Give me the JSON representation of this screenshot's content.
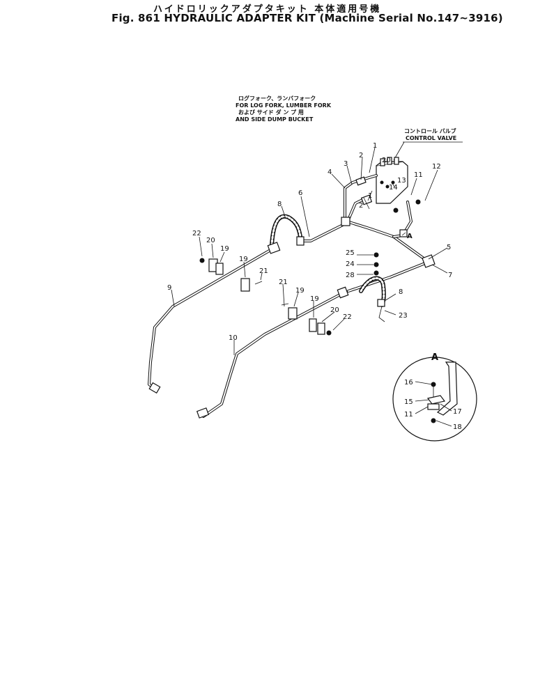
{
  "title": {
    "japanese": "ハイドロリックアダプタキット 本体適用号機",
    "english": "Fig. 861 HYDRAULIC ADAPTER KIT (Machine Serial No.147~3916)"
  },
  "captions": {
    "fork_jp": "ログフォーク、ランバフォーク",
    "fork_en": "FOR LOG FORK, LUMBER FORK",
    "bucket_jp": "および サイド ダ ン プ 用",
    "bucket_en": "AND SIDE DUMP BUCKET",
    "valve_jp": "コントロール バルブ",
    "valve_en": "CONTROL VALVE",
    "detail_marker": "A",
    "view_label": "A"
  },
  "part_numbers": {
    "n1": "1",
    "n1b": "1",
    "n2": "2",
    "n2b": "2",
    "n3": "3",
    "n4": "4",
    "n5": "5",
    "n6": "6",
    "n7": "7",
    "n8": "8",
    "n8b": "8",
    "n9": "9",
    "n10": "10",
    "n11": "11",
    "n12": "12",
    "n13": "13",
    "n14": "14",
    "n20top": "20",
    "n19a": "19",
    "n19b": "19",
    "n19c": "19",
    "n19d": "19",
    "n20a": "20",
    "n20b": "20",
    "n21a": "21",
    "n21b": "21",
    "n22a": "22",
    "n22b": "22",
    "n23": "23",
    "n24": "24",
    "n25": "25",
    "n28": "28",
    "d11": "11",
    "d15": "15",
    "d16": "16",
    "d17": "17",
    "d18": "18"
  }
}
